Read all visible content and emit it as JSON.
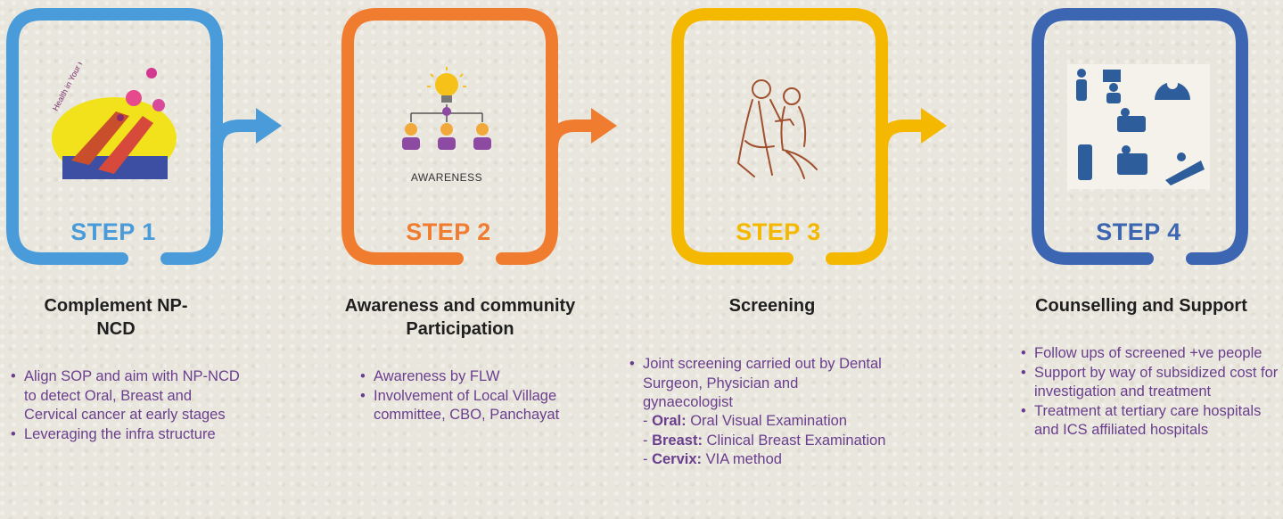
{
  "colors": {
    "step1": "#4a9bd9",
    "step2": "#f07c30",
    "step3": "#f5b800",
    "step4": "#3d66b2",
    "bullet_text": "#6a3e8e",
    "title_text": "#1f1f1f"
  },
  "steps": [
    {
      "label": "STEP 1",
      "title": "Complement NP-NCD",
      "illustration_icon": "np-ncd-logo-icon",
      "bullets": [
        "Align SOP and aim with NP-NCD to detect Oral, Breast and Cervical cancer at early stages",
        "Leveraging the infra structure"
      ]
    },
    {
      "label": "STEP 2",
      "title": "Awareness and community Participation",
      "illustration_icon": "awareness-lightbulb-icon",
      "illustration_caption": "AWARENESS",
      "bullets": [
        "Awareness by FLW",
        "Involvement of Local Village committee, CBO, Panchayat"
      ]
    },
    {
      "label": "STEP 3",
      "title": "Screening",
      "illustration_icon": "doctor-patient-sketch-icon",
      "bullets": [
        "Joint screening carried out by Dental Surgeon, Physician and gynaecologist"
      ],
      "sub_items": [
        {
          "term": "Oral:",
          "text": "Oral Visual Examination"
        },
        {
          "term": "Breast:",
          "text": "Clinical Breast Examination"
        },
        {
          "term": "Cervix:",
          "text": "VIA method"
        }
      ]
    },
    {
      "label": "STEP 4",
      "title": "Counselling and Support",
      "illustration_icon": "hospital-care-icons",
      "bullets": [
        "Follow ups of screened +ve people",
        "Support by way of subsidized cost for investigation and treatment",
        "Treatment at tertiary care hospitals and ICS affiliated hospitals"
      ]
    }
  ]
}
